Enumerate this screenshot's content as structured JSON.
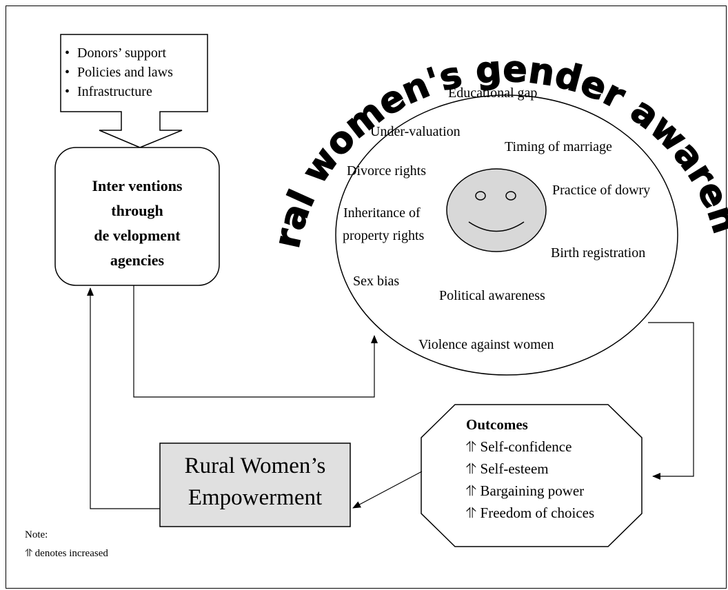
{
  "support_box": {
    "items": [
      "Donors’ support",
      "Policies and laws",
      "Infrastructure"
    ]
  },
  "interventions": {
    "lines": [
      "Inter ventions",
      "through",
      "de velopment",
      "agencies"
    ]
  },
  "awareness_title": "Rural women's gender awareness",
  "circle_terms": {
    "educational_gap": "Educational gap",
    "under_valuation": "Under-valuation",
    "timing_of_marriage": "Timing of  marriage",
    "divorce_rights": "Divorce rights",
    "practice_of_dowry": "Practice of dowry",
    "inheritance_line1": "Inheritance of",
    "inheritance_line2": "property rights",
    "birth_registration": "Birth registration",
    "sex_bias": "Sex bias",
    "political_awareness": "Political awareness",
    "violence_against_women": "Violence against women"
  },
  "empowerment": {
    "line1": "Rural Women’s",
    "line2": "Empowerment",
    "fill_color": "#e0e0e0"
  },
  "outcomes": {
    "heading": "Outcomes",
    "items": [
      "⥣ Self-confidence",
      "⥣ Self-esteem",
      "⥣ Bargaining power",
      "⥣ Freedom of choices"
    ]
  },
  "note": {
    "line1": "Note:",
    "line2": "⥣ denotes increased"
  },
  "colors": {
    "stroke": "#000000",
    "face_fill": "#d8d8d8"
  }
}
